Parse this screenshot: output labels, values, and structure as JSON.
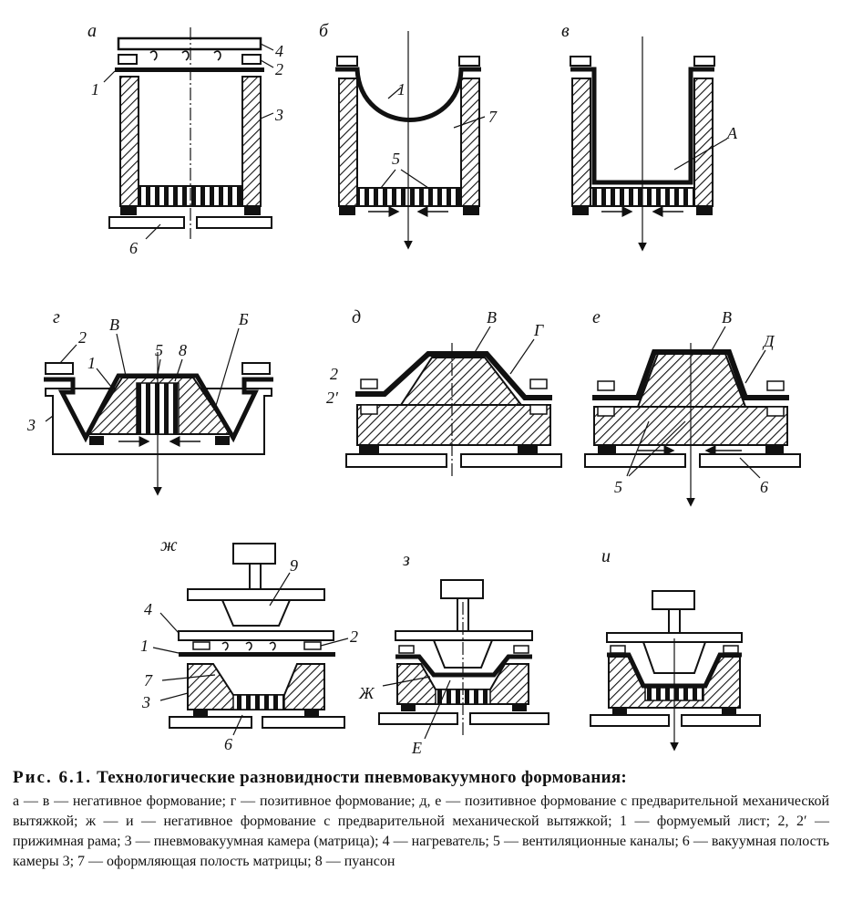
{
  "panels": {
    "a": {
      "letter": "а",
      "labels": {
        "l4": "4",
        "l2": "2",
        "l1": "1",
        "l3": "3",
        "l6": "6"
      }
    },
    "b": {
      "letter": "б",
      "labels": {
        "l1": "1",
        "l7": "7",
        "l5": "5"
      }
    },
    "v": {
      "letter": "в",
      "labels": {
        "lA": "А"
      }
    },
    "g": {
      "letter": "г",
      "labels": {
        "l2": "2",
        "lV": "В",
        "l5": "5",
        "l8": "8",
        "lB": "Б",
        "l1": "1",
        "l3": "3"
      }
    },
    "d": {
      "letter": "д",
      "labels": {
        "lV": "В",
        "lG": "Г",
        "l2": "2",
        "l2p": "2′"
      }
    },
    "e": {
      "letter": "е",
      "labels": {
        "lV": "В",
        "lD": "Д",
        "l5": "5",
        "l6": "6"
      }
    },
    "zh": {
      "letter": "ж",
      "labels": {
        "l9": "9",
        "l4": "4",
        "l2": "2",
        "l1": "1",
        "l7": "7",
        "l3": "3",
        "l6": "6"
      }
    },
    "z": {
      "letter": "з",
      "labels": {
        "lZh": "Ж",
        "lE": "Е"
      }
    },
    "i": {
      "letter": "и",
      "labels": {}
    }
  },
  "caption": {
    "lead": "Рис. 6.1.",
    "title": "Технологические разновидности пневмовакуумного формования:",
    "body": "а — в — негативное формование; г — позитивное формование; д, е — позитивное формование с предварительной механической вытяжкой; ж — и — негативное формование с предварительной механической вытяжкой; 1 — формуемый лист; 2, 2′ — прижимная рама; 3 — пневмовакуумная камера (матрица); 4 — нагреватель; 5 — вентиляционные каналы; 6 — вакуумная полость камеры 3; 7 — оформляющая полость матрицы; 8 — пуансон"
  }
}
